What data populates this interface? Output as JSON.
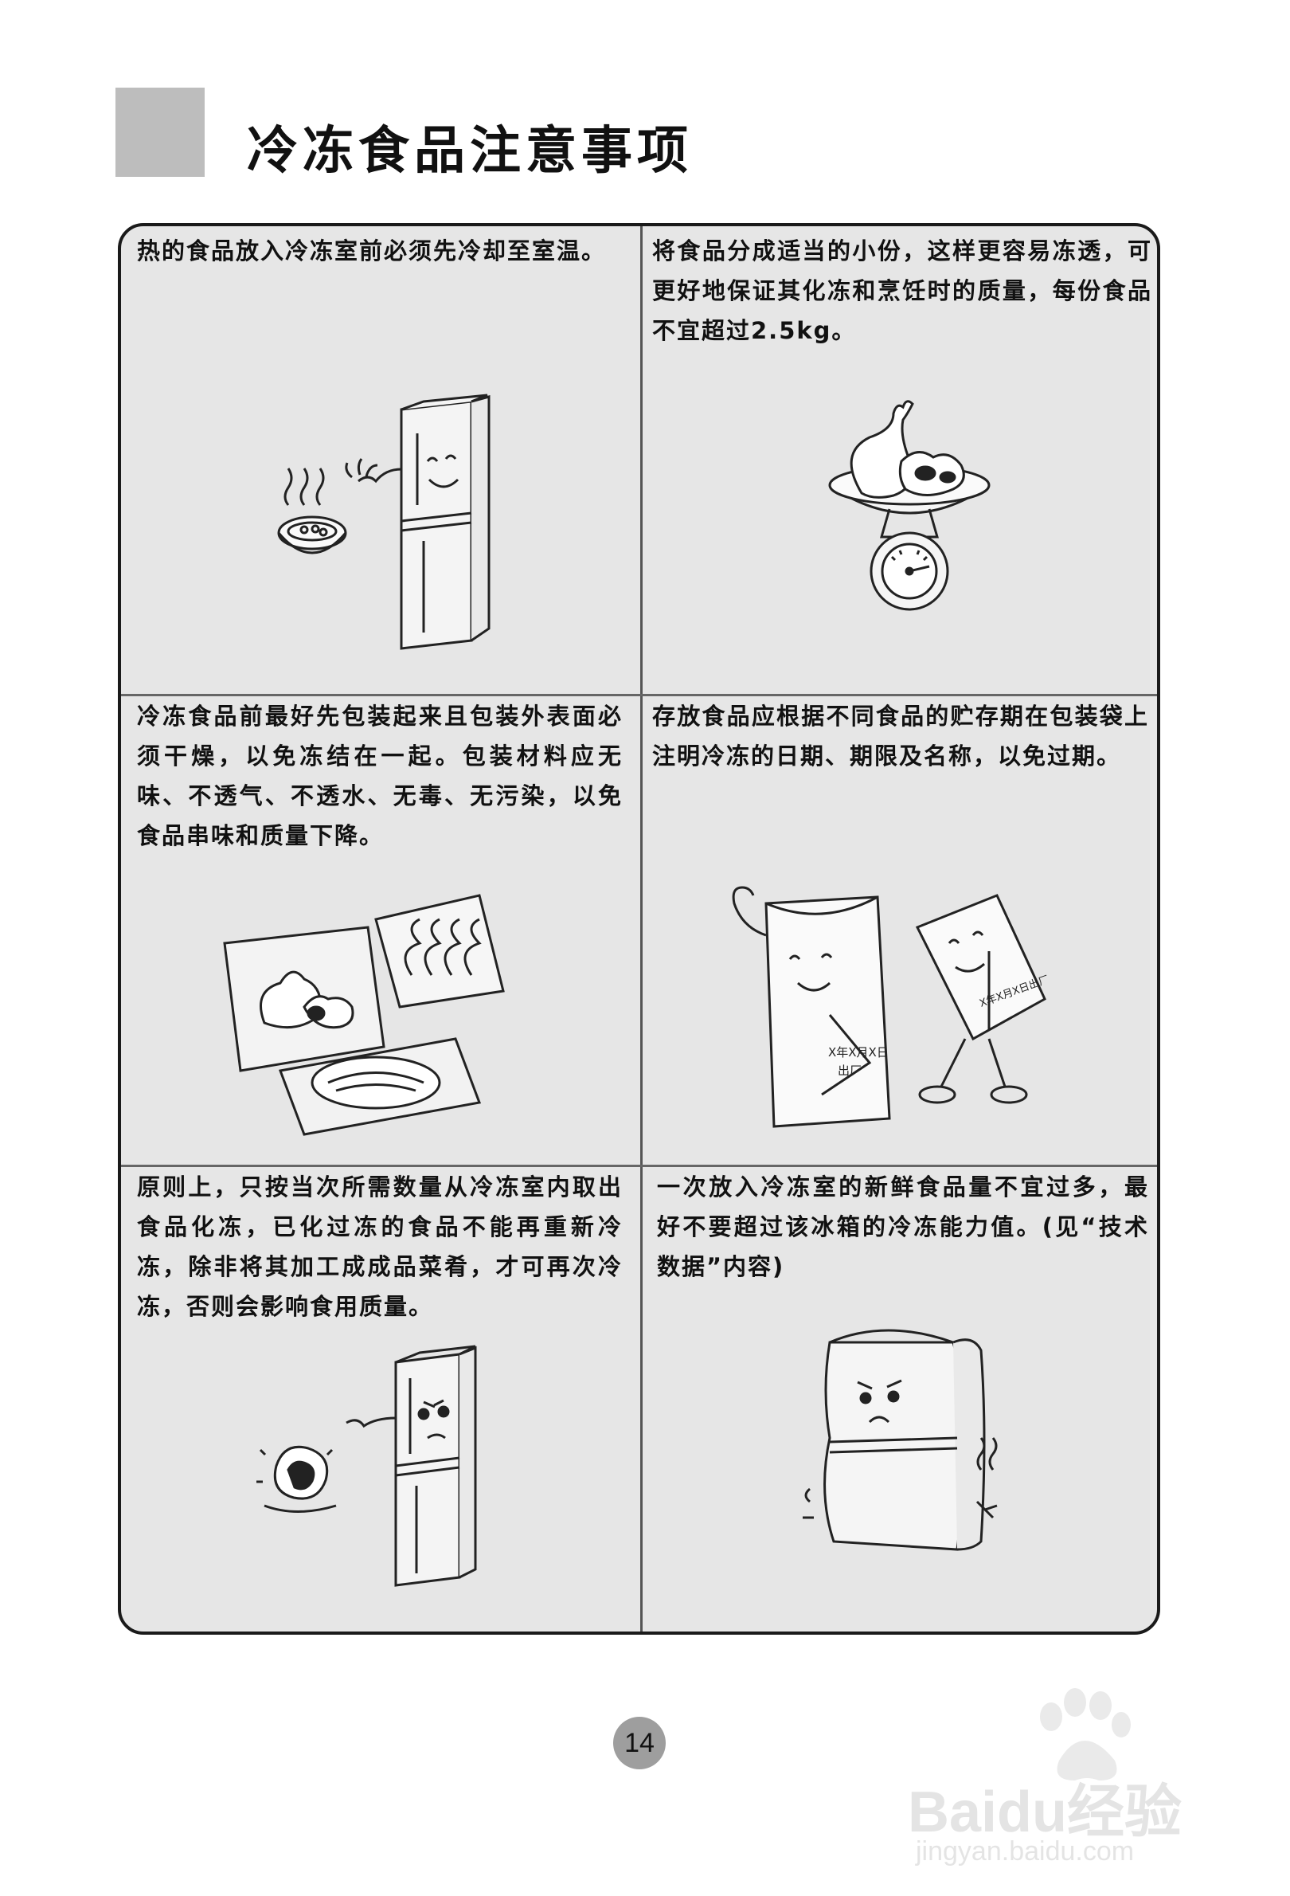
{
  "header": {
    "title": "冷冻食品注意事项"
  },
  "cells": [
    {
      "text": "热的食品放入冷冻室前必须先冷却至室温。"
    },
    {
      "text": "将食品分成适当的小份，这样更容易冻透，可更好地保证其化冻和烹饪时的质量，每份食品不宜超过2.5kg。"
    },
    {
      "text": "冷冻食品前最好先包装起来且包装外表面必须干燥，以免冻结在一起。包装材料应无味、不透气、不透水、无毒、无污染，以免食品串味和质量下降。"
    },
    {
      "text": "存放食品应根据不同食品的贮存期在包装袋上注明冷冻的日期、期限及名称，以免过期。"
    },
    {
      "text": "原则上，只按当次所需数量从冷冻室内取出食品化冻，已化过冻的食品不能再重新冷冻，除非将其加工成成品菜肴，才可再次冷冻，否则会影响食用质量。"
    },
    {
      "text": "一次放入冷冻室的新鲜食品量不宜过多，最好不要超过该冰箱的冷冻能力值。(见“技术数据”内容)"
    }
  ],
  "illustrations": {
    "bag_left_label_1": "X年X月X日",
    "bag_left_label_2": "出厂",
    "bag_right_label": "X年X月X日出厂"
  },
  "footer": {
    "page_number": "14"
  },
  "watermark": {
    "brand": "Baidu经验",
    "url": "jingyan.baidu.com"
  }
}
